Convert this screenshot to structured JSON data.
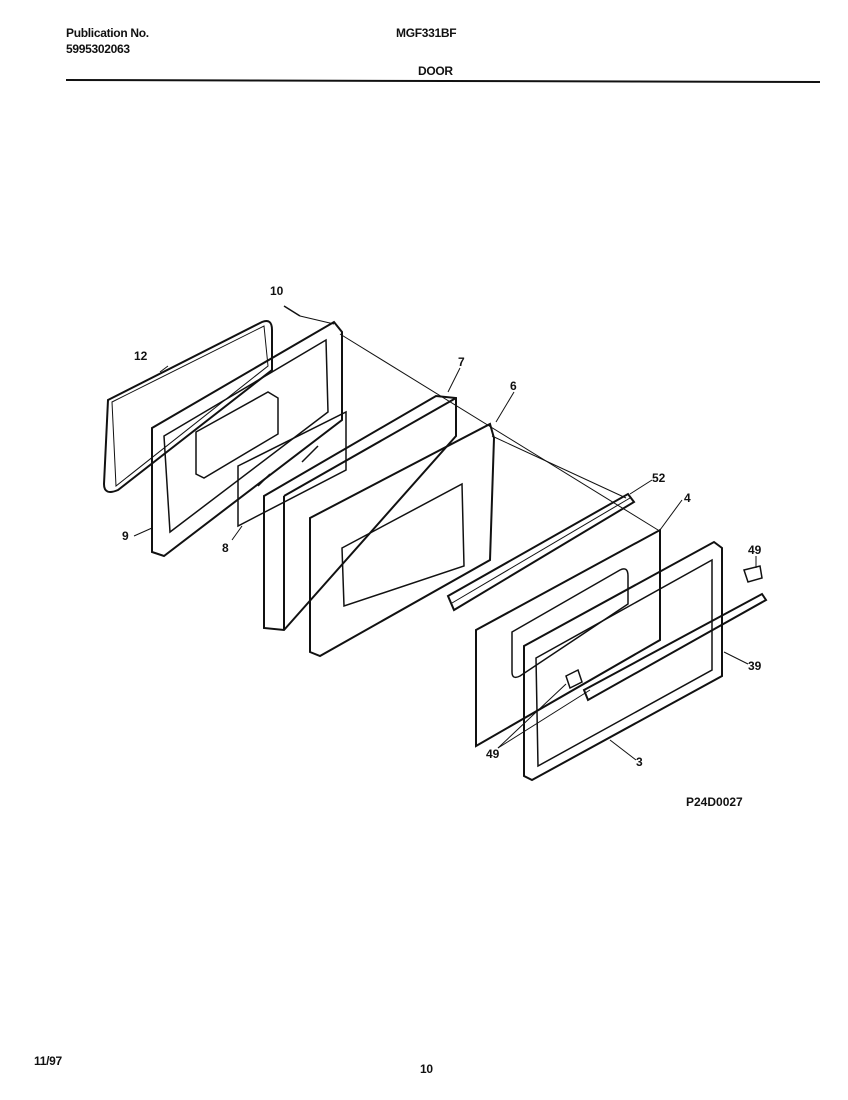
{
  "header": {
    "publication_label": "Publication No.",
    "publication_number": "5995302063",
    "model": "MGF331BF",
    "section_title": "DOOR"
  },
  "diagram": {
    "code": "P24D0027",
    "parts": [
      {
        "id": "p10",
        "label": "10"
      },
      {
        "id": "p12",
        "label": "12"
      },
      {
        "id": "p7",
        "label": "7"
      },
      {
        "id": "p6",
        "label": "6"
      },
      {
        "id": "p9",
        "label": "9"
      },
      {
        "id": "p8",
        "label": "8"
      },
      {
        "id": "p52",
        "label": "52"
      },
      {
        "id": "p4",
        "label": "4"
      },
      {
        "id": "p49a",
        "label": "49"
      },
      {
        "id": "p39",
        "label": "39"
      },
      {
        "id": "p49b",
        "label": "49"
      },
      {
        "id": "p3",
        "label": "3"
      }
    ]
  },
  "footer": {
    "date": "11/97",
    "page_number": "10"
  }
}
